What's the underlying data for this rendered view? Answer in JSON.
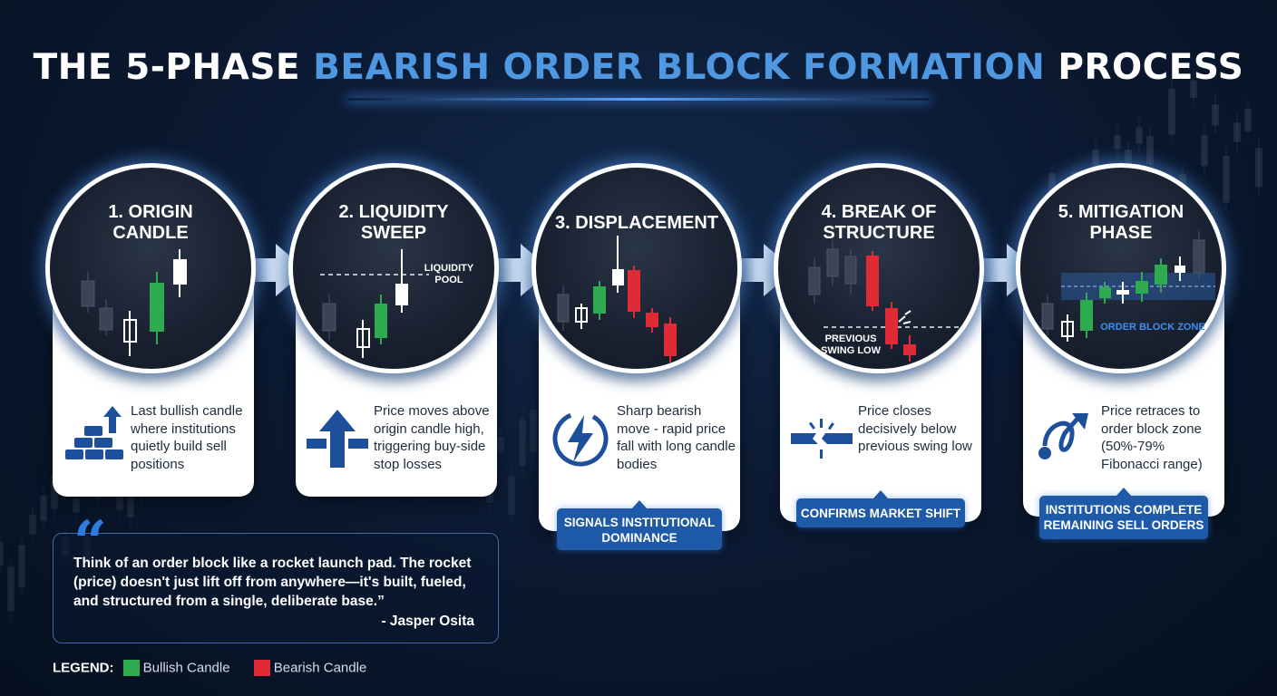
{
  "title": {
    "part1": "THE 5-PHASE ",
    "highlight": "BEARISH ORDER BLOCK FORMATION",
    "part2": " PROCESS"
  },
  "colors": {
    "accent": "#4f97e0",
    "bullish": "#2eab4f",
    "bearish": "#e02a35",
    "badge": "#1f5aa8"
  },
  "phases": [
    {
      "title_line1": "1. ORIGIN",
      "title_line2": "CANDLE",
      "description": "Last bullish candle where institutions quietly build sell positions",
      "icon": "gold-bars-arrow-up-icon"
    },
    {
      "title_line1": "2. LIQUIDITY",
      "title_line2": "SWEEP",
      "description": "Price moves above origin candle high, triggering buy-side stop losses",
      "icon": "up-arrow-crossbar-icon",
      "chart_label_line1": "LIQUIDITY",
      "chart_label_line2": "POOL"
    },
    {
      "title_line1": "3. DISPLACEMENT",
      "title_line2": "",
      "description": "Sharp bearish move - rapid price fall with long candle bodies",
      "icon": "lightning-bolt-icon",
      "badge_line1": "SIGNALS INSTITUTIONAL",
      "badge_line2": "DOMINANCE"
    },
    {
      "title_line1": "4. BREAK OF",
      "title_line2": "STRUCTURE",
      "description": "Price closes decisively below previous swing low",
      "icon": "broken-bar-icon",
      "chart_label_line1": "PREVIOUS",
      "chart_label_line2": "SWING LOW",
      "badge_line1": "CONFIRMS MARKET SHIFT"
    },
    {
      "title_line1": "5. MITIGATION",
      "title_line2": "PHASE",
      "description": "Price retraces to order block zone (50%-79% Fibonacci range)",
      "icon": "retrace-curve-arrow-icon",
      "chart_label_line1": "ORDER BLOCK ZONE",
      "badge_line1": "INSTITUTIONS COMPLETE",
      "badge_line2": "REMAINING SELL ORDERS"
    }
  ],
  "quote": {
    "text": "Think of an order block like a rocket launch pad. The rocket (price) doesn't just lift off from anywhere—it's built, fueled, and structured from a single, deliberate base.”",
    "author": "- Jasper Osita"
  },
  "legend": {
    "title": "LEGEND:",
    "bullish_label": "Bullish Candle",
    "bearish_label": "Bearish Candle"
  }
}
